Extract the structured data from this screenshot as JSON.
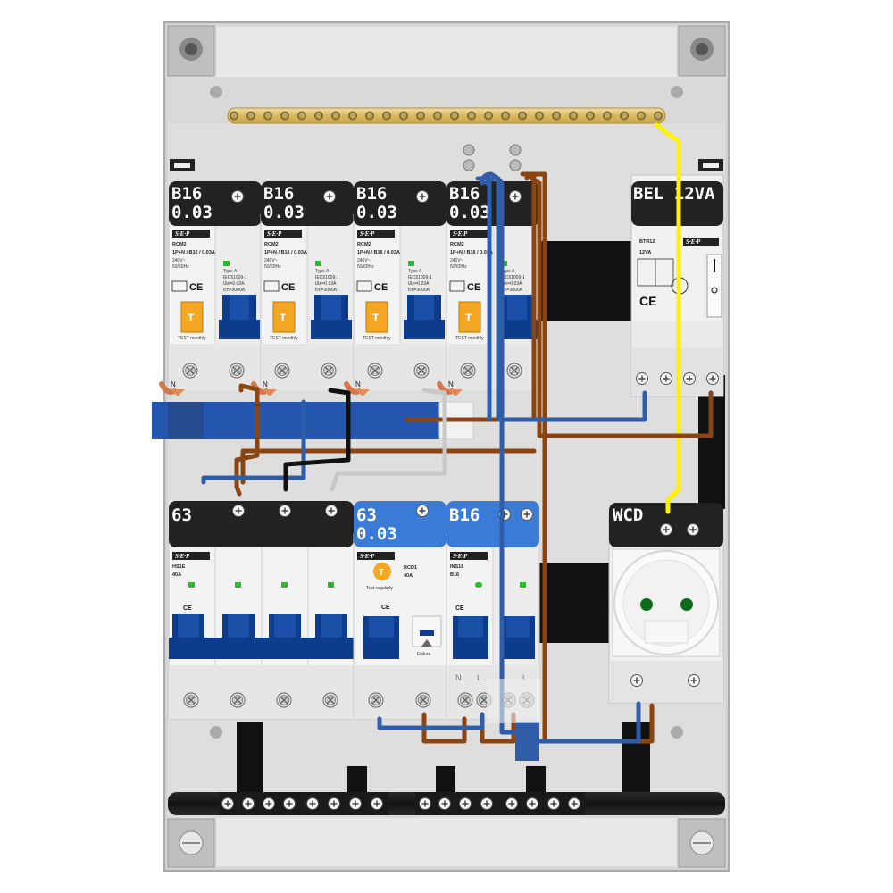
{
  "upper_row": {
    "rcbo": [
      {
        "rating": "B16",
        "sensitivity": "0.03",
        "brand": "S·E·P",
        "model": "RCM2",
        "spec": "1P+N / B16 / 0.03A",
        "voltage": "240V~",
        "freq": "50/60Hz",
        "type": "Type A",
        "std": "IEC61009-1",
        "idn": "IΔn=0.03A",
        "icn": "Icn=3000A",
        "test": "TEST monthly",
        "neutral": "N"
      },
      {
        "rating": "B16",
        "sensitivity": "0.03",
        "brand": "S·E·P",
        "model": "RCM2",
        "spec": "1P+N / B16 / 0.03A",
        "voltage": "240V~",
        "freq": "50/60Hz",
        "type": "Type A",
        "std": "IEC61009-1",
        "idn": "IΔn=0.03A",
        "icn": "Icn=3000A",
        "test": "TEST monthly",
        "neutral": "N"
      },
      {
        "rating": "B16",
        "sensitivity": "0.03",
        "brand": "S·E·P",
        "model": "RCM2",
        "spec": "1P+N / B16 / 0.03A",
        "voltage": "240V~",
        "freq": "50/60Hz",
        "type": "Type A",
        "std": "IEC61009-1",
        "idn": "IΔn=0.03A",
        "icn": "Icn=3000A",
        "test": "TEST monthly",
        "neutral": "N"
      },
      {
        "rating": "B16",
        "sensitivity": "0.03",
        "brand": "S·E·P",
        "model": "RCM2",
        "spec": "1P+N / B16 / 0.03A",
        "voltage": "240V~",
        "freq": "50/60Hz",
        "type": "Type A",
        "std": "IEC61009-1",
        "idn": "IΔn=0.03A",
        "icn": "Icn=3000A",
        "test": "TEST monthly",
        "neutral": "N"
      }
    ],
    "bell": {
      "label": "BEL 12VA",
      "model": "BTR12",
      "rating": "12VA",
      "brand": "S·E·P",
      "ce": "CE"
    }
  },
  "lower_row": {
    "main_switch": {
      "rating": "63",
      "model": "HS1E",
      "current": "40A",
      "brand": "S·E·P",
      "ce": "CE"
    },
    "rccb": {
      "rating": "63",
      "sensitivity": "0.03",
      "model": "RCD1",
      "current": "40A",
      "brand": "S·E·P",
      "test": "Test regularly",
      "button": "T",
      "ce": "CE",
      "failure": "Failure"
    },
    "mcb": {
      "rating": "B16",
      "model": "INS18",
      "spec": "B16",
      "brand": "S·E·P",
      "terminals": [
        "N",
        "L"
      ],
      "ce": "CE"
    },
    "socket": {
      "label": "WCD"
    }
  },
  "colors": {
    "brown": "#8B4513",
    "blue": "#2F5DA8",
    "black": "#111111",
    "grey_wire": "#C8C8C8",
    "yellow": "#FFF200",
    "module_blue": "#0D3C8C",
    "label_black": "#222222",
    "label_blue": "#3A7BD5"
  }
}
